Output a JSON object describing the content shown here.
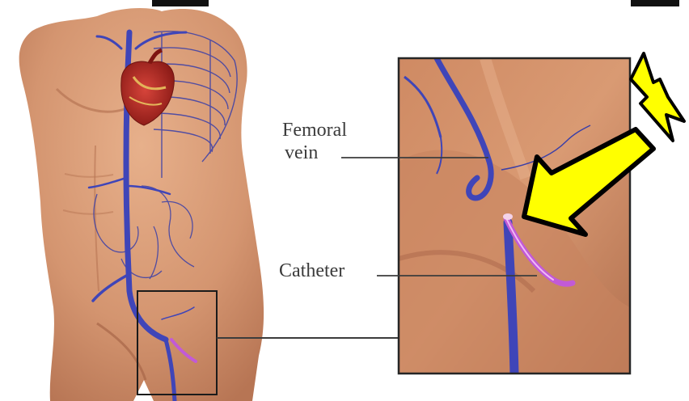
{
  "labels": {
    "femoral_vein_line1": "Femoral",
    "femoral_vein_line2": "vein",
    "catheter": "Catheter"
  },
  "icons": [
    "lightning-bolt-icon",
    "arrow-icon"
  ],
  "colors": {
    "vein": "#3f45b8",
    "catheter": "#c25ad6",
    "skin": "#d99a73",
    "accent_yellow": "#ffff00",
    "outline": "#000000",
    "background": "#ffffff"
  }
}
